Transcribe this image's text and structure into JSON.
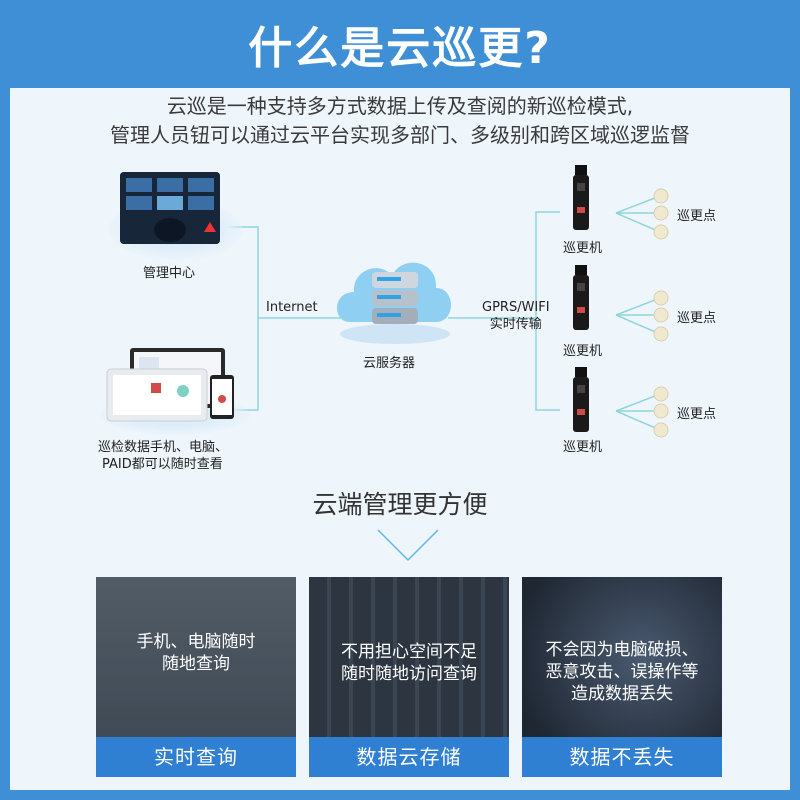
{
  "title": "什么是云巡更?",
  "intro": [
    "云巡是一种支持多方式数据上传及查阅的新巡检模式,",
    "管理人员钮可以通过云平台实现多部门、多级别和跨区域巡逻监督"
  ],
  "nodes": {
    "management_center": "管理中心",
    "devices": [
      "巡检数据手机、电脑、",
      "PAID都可以随时查看"
    ],
    "internet": "Internet",
    "cloud_server": "云服务器",
    "network": [
      "GPRS/WIFI",
      "实时传输"
    ],
    "patrol_device": "巡更机",
    "patrol_point": "巡更点"
  },
  "subtitle": "云端管理更方便",
  "cards": [
    {
      "desc": [
        "手机、电脑随时",
        "随地查询"
      ],
      "label": "实时查询"
    },
    {
      "desc": [
        "不用担心空间不足",
        "随时随地访问查询"
      ],
      "label": "数据云存储"
    },
    {
      "desc": [
        "不会因为电脑破损、",
        "恶意攻击、误操作等",
        "造成数据丢失"
      ],
      "label": "数据不丢失"
    }
  ],
  "colors": {
    "header_blue": "#3f8fd7",
    "panel": "#eef5fb",
    "card_bar": "#2f7fd3",
    "line": "#8fd6dc"
  }
}
